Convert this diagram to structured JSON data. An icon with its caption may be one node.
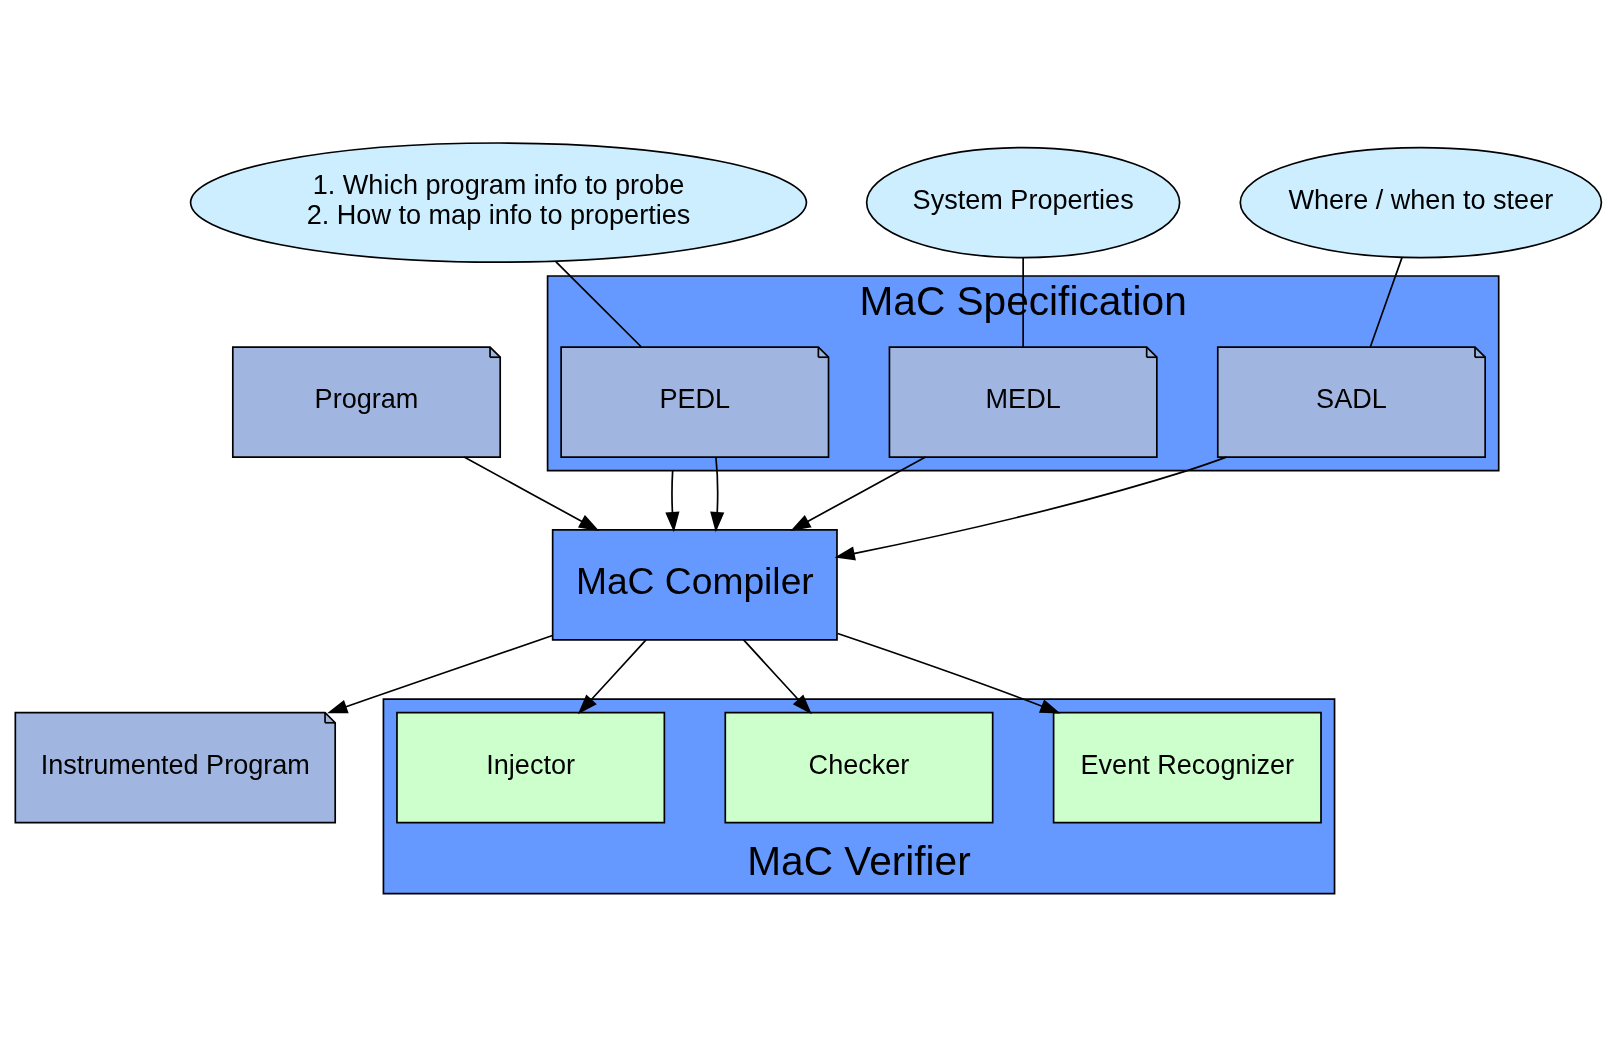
{
  "diagram": {
    "nodes": [
      {
        "text": [
          "Program"
        ]
      },
      {
        "text": [
          "MaC Specification"
        ]
      },
      {
        "text": [
          "PEDL"
        ],
        "in": 1
      },
      {
        "text": [
          "MEDL"
        ],
        "in": 1
      },
      {
        "text": [
          "SADL"
        ],
        "in": 1
      },
      {
        "text": [
          "MaC Compiler"
        ]
      },
      {
        "text": [
          "Instrumented Program"
        ]
      },
      {
        "text": [
          "MaC Verifier"
        ]
      },
      {
        "text": [
          "Event Recognizer"
        ],
        "in": 7
      },
      {
        "text": [
          "Checker"
        ],
        "in": 7
      },
      {
        "text": [
          "Injector"
        ],
        "in": 7
      },
      {
        "text": [
          "1. Which program info to probe",
          "2. How to map info to properties"
        ]
      },
      {
        "text": [
          "System Properties"
        ]
      },
      {
        "text": [
          "Where / when to steer"
        ]
      }
    ],
    "edges": [
      {
        "from": 11,
        "to": 2,
        "arrow": "none"
      },
      {
        "from": 12,
        "to": 3,
        "arrow": "none"
      },
      {
        "from": 13,
        "to": 4,
        "arrow": "none"
      },
      {
        "from": 0,
        "to": 5,
        "arrow": "to"
      },
      {
        "from": 1,
        "to": 5,
        "arrow": "to"
      },
      {
        "from": 2,
        "to": 5,
        "arrow": "to"
      },
      {
        "from": 3,
        "to": 5,
        "arrow": "to"
      },
      {
        "from": 4,
        "to": 5,
        "arrow": "to"
      },
      {
        "from": 5,
        "to": 6,
        "arrow": "to"
      },
      {
        "from": 5,
        "to": 8,
        "arrow": "to"
      },
      {
        "from": 5,
        "to": 9,
        "arrow": "to"
      },
      {
        "from": 5,
        "to": 10,
        "arrow": "to"
      }
    ]
  }
}
